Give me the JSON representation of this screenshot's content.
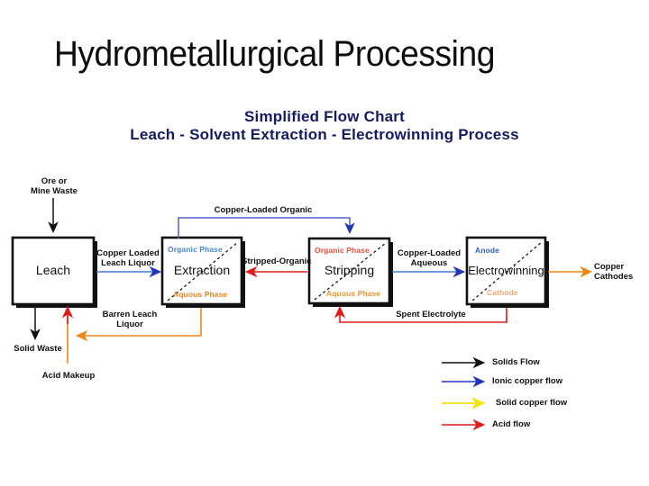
{
  "slide": {
    "title": "Hydrometallurgical Processing"
  },
  "figure": {
    "title_line1": "Simplified Flow Chart",
    "title_line2": "Leach - Solvent Extraction - Electrowinning Process",
    "title_color": "#151b63",
    "boxes": [
      {
        "id": "leach",
        "label": "Leach",
        "top_phase": "",
        "bottom_phase": ""
      },
      {
        "id": "extraction",
        "label": "Extraction",
        "top_phase": "Organic Phase",
        "bottom_phase": "Aquous Phase"
      },
      {
        "id": "stripping",
        "label": "Stripping",
        "top_phase": "Organic Phase",
        "bottom_phase": "Aquous Phase"
      },
      {
        "id": "electrowinning",
        "label": "Electrowinning",
        "top_phase": "Anode",
        "bottom_phase": "Cathode"
      }
    ],
    "phase_colors": {
      "extraction_top": "#4a86c8",
      "extraction_bottom": "#e8821e",
      "stripping_top": "#e8503a",
      "stripping_bottom": "#e8962a",
      "electrowinning_top": "#2d5fb0",
      "electrowinning_bottom": "#f0a878"
    },
    "inputs": [
      {
        "id": "ore",
        "line1": "Ore or",
        "line2": "Mine Waste"
      },
      {
        "id": "acid-makeup",
        "line1": "Acid Makeup",
        "line2": ""
      }
    ],
    "outputs": [
      {
        "id": "solid-waste",
        "line1": "Solid Waste",
        "line2": ""
      },
      {
        "id": "copper-cathodes",
        "line1": "Copper",
        "line2": "Cathodes"
      }
    ],
    "stream_labels": [
      {
        "id": "copper-loaded-leach-liquor",
        "line1": "Copper Loaded",
        "line2": "Leach Liquor"
      },
      {
        "id": "copper-loaded-organic",
        "line1": "Copper-Loaded Organic",
        "line2": ""
      },
      {
        "id": "stripped-organic",
        "line1": "Stripped-Organic",
        "line2": ""
      },
      {
        "id": "copper-loaded-aqueous",
        "line1": "Copper-Loaded",
        "line2": "Aqueous"
      },
      {
        "id": "barren-leach-liquor",
        "line1": "Barren Leach",
        "line2": "Liquor"
      },
      {
        "id": "spent-electrolyte",
        "line1": "Spent Electrolyte",
        "line2": ""
      }
    ],
    "legend": [
      {
        "id": "solids-flow",
        "label": "Solids Flow",
        "color": "#111111"
      },
      {
        "id": "ionic-copper-flow",
        "label": "Ionic copper flow",
        "color": "#2236b8"
      },
      {
        "id": "solid-copper-flow",
        "label": "Solid copper flow",
        "color": "#f2e514"
      },
      {
        "id": "acid-flow",
        "label": "Acid flow",
        "color": "#e01b1b"
      }
    ]
  }
}
